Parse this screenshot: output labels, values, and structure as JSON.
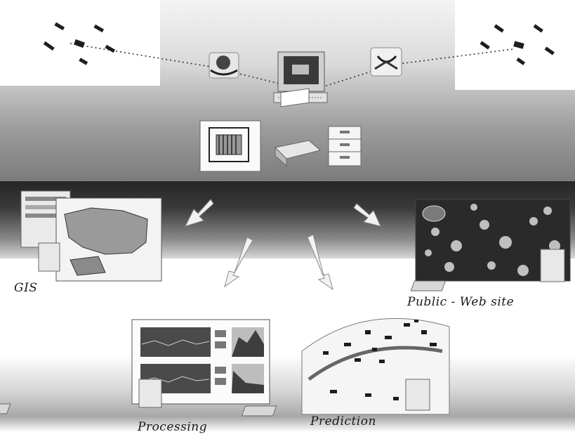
{
  "labels": {
    "gis": "GIS",
    "public_web": "Public - Web site",
    "processing": "Processing",
    "prediction": "Prediction"
  },
  "icons": {
    "satellites_left": "satellite-cluster-icon",
    "satellites_right": "satellite-cluster-icon",
    "receiving_station_left": "dish-antenna-icon",
    "receiving_station_right": "dish-antenna-icon",
    "central_computer": "computer-terminal-icon",
    "data_processor": "processor-chip-icon",
    "archive": "archive-box-icon",
    "storage": "storage-drawers-icon",
    "gis_screen": "map-screen-icon",
    "web_screen": "web-photo-screen-icon",
    "processing_screen": "signal-charts-screen-icon",
    "prediction_screen": "prediction-map-screen-icon"
  },
  "colors": {
    "dark_band": "#2e2e2e",
    "light_band": "#d9d9d9",
    "arrow_fill": "#f2f2f2"
  }
}
